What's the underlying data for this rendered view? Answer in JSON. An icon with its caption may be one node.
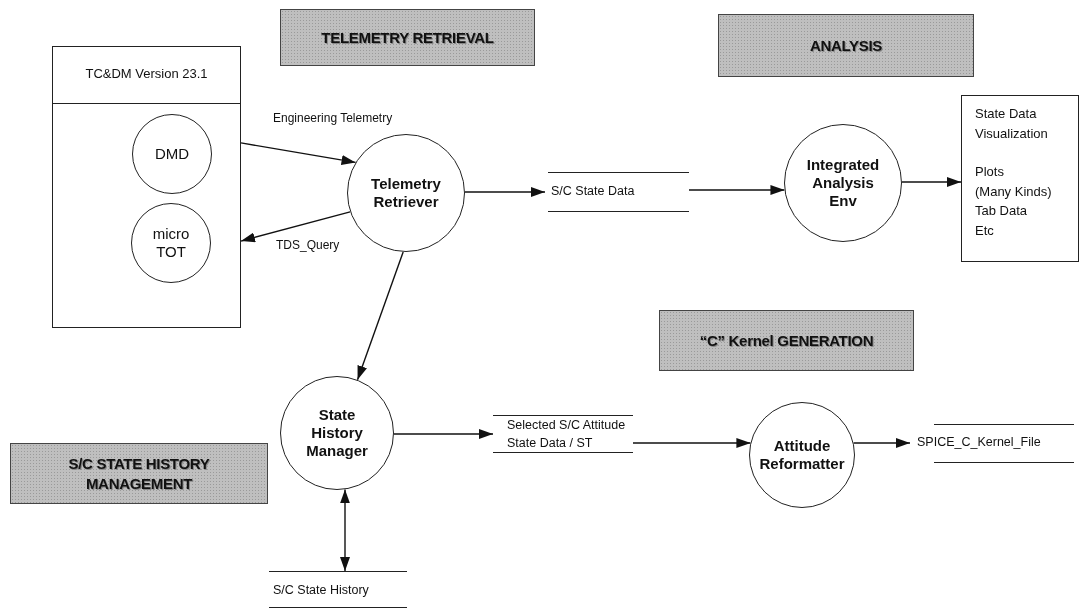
{
  "diagram": {
    "nodes": [
      {
        "text": [
          "TELEMETRY RETRIEVAL"
        ]
      },
      {
        "text": [
          "ANALYSIS"
        ]
      },
      {
        "text": [
          "TC&DM Version 23.1"
        ]
      },
      {
        "text": [
          "DMD"
        ],
        "in": 2
      },
      {
        "text": [
          "micro TOT"
        ],
        "in": 2
      },
      {
        "text": [
          "Telemetry Retriever"
        ]
      },
      {
        "text": [
          "S/C State Data"
        ]
      },
      {
        "text": [
          "Integrated Analysis Env"
        ]
      },
      {
        "text": [
          "State Data Visualization",
          "Plots",
          "(Many Kinds)",
          "Tab Data",
          "Etc"
        ]
      },
      {
        "text": [
          "“C” Kernel GENERATION"
        ]
      },
      {
        "text": [
          "State History Manager"
        ]
      },
      {
        "text": [
          "S/C STATE HISTORY MANAGEMENT"
        ]
      },
      {
        "text": [
          "Selected  S/C Attitude State Data  / ST"
        ]
      },
      {
        "text": [
          "Attitude Reformatter"
        ]
      },
      {
        "text": [
          "SPICE_C_Kernel_File"
        ]
      },
      {
        "text": [
          "S/C  State History"
        ]
      }
    ],
    "edges": [
      {
        "from": 2,
        "to": 5,
        "arrow": "to",
        "label": "Engineering Telemetry"
      },
      {
        "from": 5,
        "to": 2,
        "arrow": "to",
        "label": "TDS_Query"
      },
      {
        "from": 5,
        "to": 6,
        "arrow": "to"
      },
      {
        "from": 6,
        "to": 7,
        "arrow": "to"
      },
      {
        "from": 7,
        "to": 8,
        "arrow": "to"
      },
      {
        "from": 5,
        "to": 10,
        "arrow": "to"
      },
      {
        "from": 10,
        "to": 12,
        "arrow": "to"
      },
      {
        "from": 12,
        "to": 13,
        "arrow": "to"
      },
      {
        "from": 13,
        "to": 14,
        "arrow": "to"
      },
      {
        "from": 10,
        "to": 15,
        "arrow": "both"
      }
    ]
  }
}
